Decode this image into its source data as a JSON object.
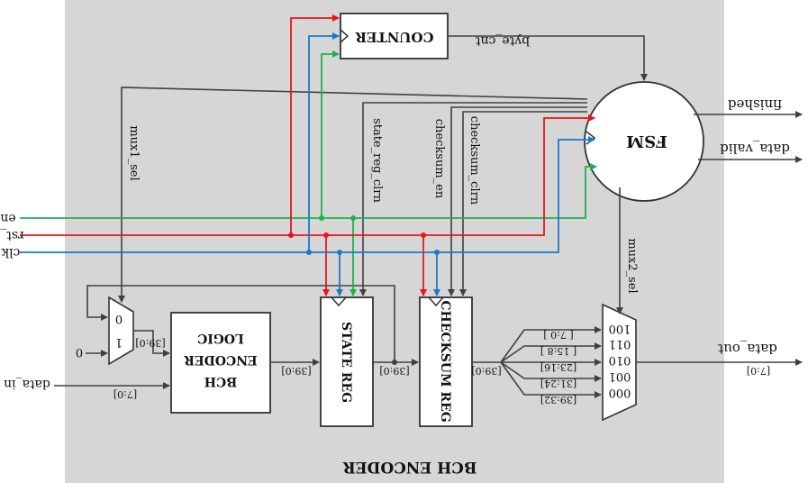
{
  "diagram": {
    "title": "BCH ENCODER",
    "colors": {
      "background_panel": "#d6d6d6",
      "wire": "#404040",
      "en": "#20b050",
      "rst": "#e8141c",
      "clk": "#1e78c8"
    },
    "blocks": {
      "counter": "COUNTER",
      "fsm": "FSM",
      "logic_encoder": [
        "LOGIC",
        "ENCODER",
        "BCH"
      ],
      "state_reg": "STATE REG",
      "checksum_reg": "CHECKSUM REG"
    },
    "inputs": {
      "en": "en",
      "rst": "rst_n",
      "clk": "clk",
      "data_in": "data_in",
      "zero": "0"
    },
    "outputs": {
      "finished": "finished",
      "data_valid": "data_valid",
      "data_out": "data_out"
    },
    "signals": {
      "byte_cnt": "byte_cnt",
      "mux1_sel": "mux1_sel",
      "mux2_sel": "mux2_sel",
      "state_reg_clrn": "state_reg_clrn",
      "checksum_en": "checksum_en",
      "checksum_clrn": "checksum_clrn"
    },
    "bus_widths": {
      "data_in": "[7:0]",
      "mux1_out": "[39:0]",
      "encoder_out": "[39:0]",
      "state_out": "[39:0]",
      "checksum_out": "[39:0]",
      "data_out": "[7:0]"
    },
    "mux1_ports": [
      "0",
      "1"
    ],
    "mux2_ports": [
      {
        "code": "100",
        "slice": "[ 7:0 ]"
      },
      {
        "code": "011",
        "slice": "[ 15:8 ]"
      },
      {
        "code": "010",
        "slice": "[23:16]"
      },
      {
        "code": "001",
        "slice": "[31:24]"
      },
      {
        "code": "000",
        "slice": "[39:32]"
      }
    ]
  }
}
